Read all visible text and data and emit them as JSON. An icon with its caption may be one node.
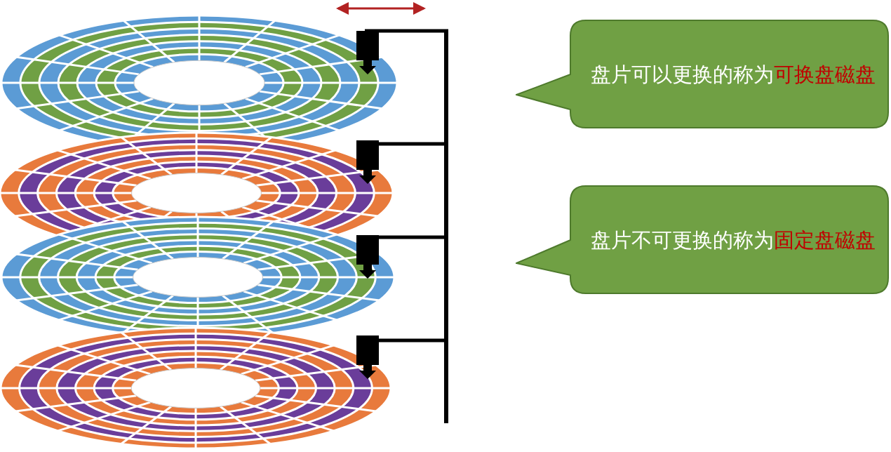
{
  "diagram": {
    "nodes": [
      {
        "text": [
          "盘片可以更换的称为",
          "可换盘磁盘"
        ]
      },
      {
        "text": [
          "盘片不可更换的称为",
          "固定盘磁盘"
        ]
      }
    ]
  }
}
